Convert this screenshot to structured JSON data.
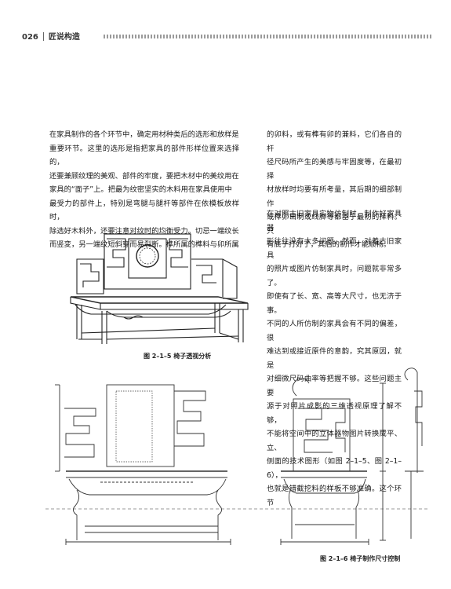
{
  "header": {
    "page_number": "026",
    "book_title": "匠说构造"
  },
  "body": {
    "col_a_lines": [
      "在家具制作的各个环节中，确定用材种类后的选形和放样是",
      "重要环节。这里的选形是指把家具的部件形样位置来选择的，",
      "还要兼顾纹理的美观、部件的牢度，要把木材中的美纹用在",
      "家具的“面子”上。把最为纹密坚实的木料用在家具使用中",
      "最受力的部件上，特别是弯腿与腿杆等部件在依模板放样时，",
      "除选好木料外，还要注意对纹时的均衡受力。切忌一端纹长",
      "而竖変，另一端纹短斜穿而易裂断。榫所属的榫料与卯所属"
    ],
    "col_b1_lines": [
      "的卯料，或有榫有卯的兼料，它们各自的杆",
      "径尺码所产生的美感与牢固度等，在最初择",
      "材放样时均要有所考量，其后期的细部制作",
      "或榫卯凿制或线脚等都基于最初的择料。只",
      "有底子打好了，其后的制作才能顺畅。"
    ],
    "col_b2_lines": [
      "在对照古旧家具实物仿制时，制作好家具器",
      "形往往没有太多问题。然而，对着古旧家具",
      "的照片或图片仿制家具时，问题就非常多了。",
      "即使有了长、宽、高等大尺寸，也无济于事。",
      "不同的人所仿制的家具会有不同的偏差，很",
      "难达到或接近原件的意韵，究其原因，就是",
      "对细微尺码曲率等把握不够。这些问题主要",
      "源于对照片成影的三维透视原理了解不够，",
      "不能将空间中的立体器物图片转换成平、立、",
      "侧面的技术图形（如图 2–1–5、图 2–1–6），",
      "也就是错截挖料的样板不够准确。这个环节"
    ]
  },
  "figures": {
    "fig1_caption": "图 2–1–5 椅子透视分析",
    "fig2_caption": "图 2–1–6 椅子制作尺寸控制"
  }
}
